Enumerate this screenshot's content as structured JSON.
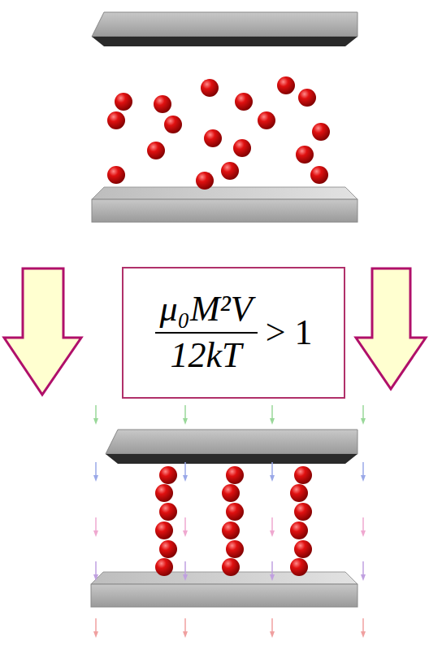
{
  "diagram": {
    "nodes": [
      {
        "text": [
          "μ₀M²V",
          "12kT",
          "> 1"
        ]
      }
    ]
  }
}
